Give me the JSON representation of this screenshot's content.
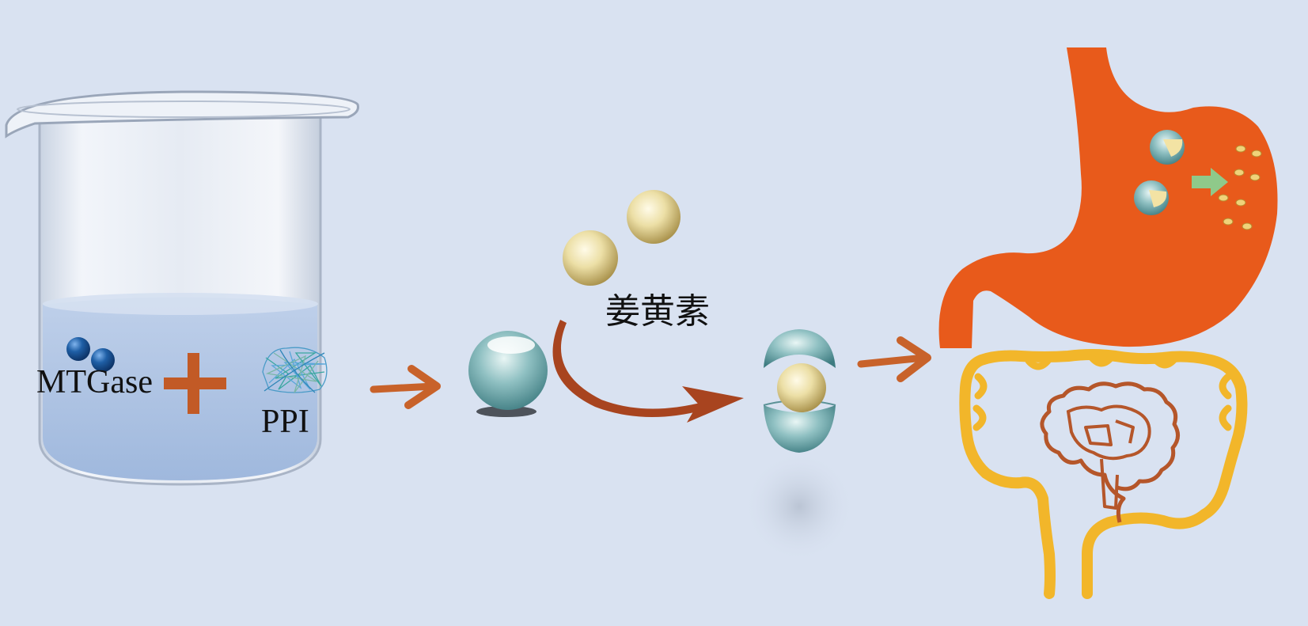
{
  "labels": {
    "enzyme": "MTGase",
    "protein": "PPI",
    "curcumin": "姜黄素"
  },
  "colors": {
    "background": "#d9e2f1",
    "arrow": "#c8622a",
    "stomach": "#e85a1b",
    "large_intestine": "#f2b62a",
    "small_intestine": "#b5562a",
    "plus_sign": "#c25a26",
    "enzyme_bead": "#1f5fa6",
    "curcumin_sphere": "#e8d9a0",
    "protein_sphere": "#6fa7ab"
  }
}
